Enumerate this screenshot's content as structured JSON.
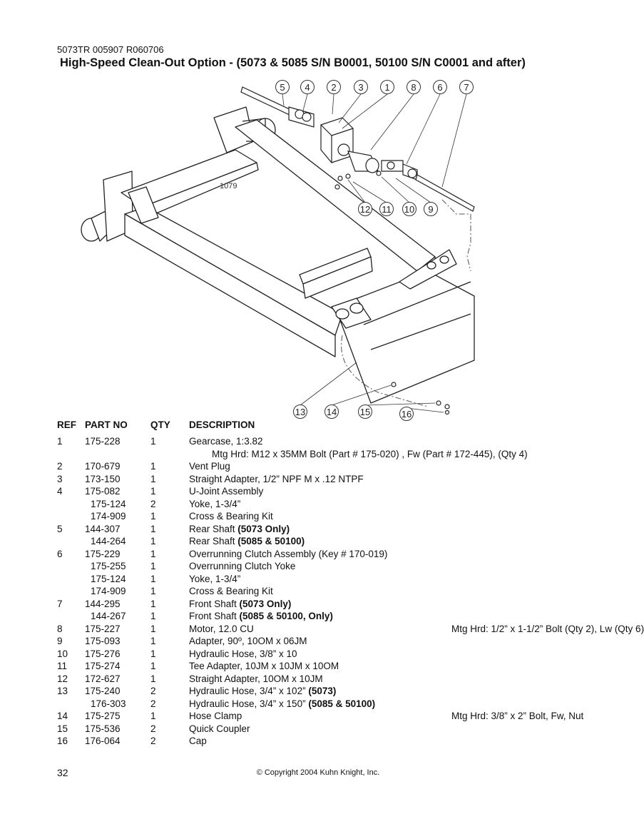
{
  "header": {
    "doc_code": "5073TR 005907 R060706",
    "title": "High-Speed Clean-Out Option - (5073 & 5085 S/N B0001, 50100 S/N C0001 and after)"
  },
  "diagram": {
    "frame_label": "1079",
    "callouts": [
      "5",
      "4",
      "2",
      "3",
      "1",
      "8",
      "6",
      "7",
      "12",
      "11",
      "10",
      "9",
      "13",
      "14",
      "15",
      "16"
    ]
  },
  "table": {
    "headers": {
      "ref": "REF",
      "part": "PART NO",
      "qty": "QTY",
      "desc": "DESCRIPTION"
    },
    "rows": [
      {
        "ref": "1",
        "part": "175-228",
        "qty": "1",
        "desc": "Gearcase, 1:3.82"
      },
      {
        "ref": "",
        "part": "",
        "qty": "",
        "desc": "Mtg Hrd: M12 x 35MM Bolt (Part # 175-020) , Fw (Part # 172-445), (Qty 4)"
      },
      {
        "ref": "2",
        "part": "170-679",
        "qty": "1",
        "desc": "Vent Plug"
      },
      {
        "ref": "3",
        "part": "173-150",
        "qty": "1",
        "desc": "Straight Adapter, 1/2” NPF M x .12 NTPF"
      },
      {
        "ref": "4",
        "part": "175-082",
        "qty": "1",
        "desc": "U-Joint Assembly"
      },
      {
        "ref": "",
        "part": "175-124",
        "qty": "2",
        "desc": "Yoke, 1-3/4”"
      },
      {
        "ref": "",
        "part": "174-909",
        "qty": "1",
        "desc": "Cross & Bearing Kit"
      },
      {
        "ref": "5",
        "part": "144-307",
        "qty": "1",
        "desc": "Rear Shaft ",
        "bold": "(5073 Only)"
      },
      {
        "ref": "",
        "part": "144-264",
        "qty": "1",
        "desc": "Rear Shaft ",
        "bold": "(5085 & 50100)"
      },
      {
        "ref": "6",
        "part": "175-229",
        "qty": "1",
        "desc": "Overrunning Clutch Assembly (Key # 170-019)"
      },
      {
        "ref": "",
        "part": "175-255",
        "qty": "1",
        "desc": "Overrunning Clutch Yoke"
      },
      {
        "ref": "",
        "part": "175-124",
        "qty": "1",
        "desc": "Yoke, 1-3/4”"
      },
      {
        "ref": "",
        "part": "174-909",
        "qty": "1",
        "desc": "Cross & Bearing Kit"
      },
      {
        "ref": "7",
        "part": "144-295",
        "qty": "1",
        "desc": "Front Shaft ",
        "bold": "(5073 Only)"
      },
      {
        "ref": "",
        "part": "144-267",
        "qty": "1",
        "desc": "Front Shaft ",
        "bold": "(5085 & 50100, Only)"
      },
      {
        "ref": "8",
        "part": "175-227",
        "qty": "1",
        "desc": "Motor, 12.0 CU",
        "mtg": "Mtg Hrd: 1/2” x 1-1/2” Bolt (Qty 2), Lw (Qty 6)"
      },
      {
        "ref": "9",
        "part": "175-093",
        "qty": "1",
        "desc": "Adapter, 90º, 10OM x 06JM"
      },
      {
        "ref": "10",
        "part": "175-276",
        "qty": "1",
        "desc": "Hydraulic Hose, 3/8” x 10"
      },
      {
        "ref": "11",
        "part": "175-274",
        "qty": "1",
        "desc": "Tee Adapter, 10JM x 10JM x 10OM"
      },
      {
        "ref": "12",
        "part": "172-627",
        "qty": "1",
        "desc": "Straight Adapter, 10OM x 10JM"
      },
      {
        "ref": "13",
        "part": "175-240",
        "qty": "2",
        "desc": "Hydraulic Hose, 3/4” x 102” ",
        "bold": "(5073)"
      },
      {
        "ref": "",
        "part": "176-303",
        "qty": "2",
        "desc": "Hydraulic Hose, 3/4” x 150” ",
        "bold": "(5085 & 50100)"
      },
      {
        "ref": "14",
        "part": "175-275",
        "qty": "1",
        "desc": "Hose Clamp",
        "mtg": "Mtg Hrd: 3/8” x 2” Bolt, Fw, Nut"
      },
      {
        "ref": "15",
        "part": "175-536",
        "qty": "2",
        "desc": "Quick Coupler"
      },
      {
        "ref": "16",
        "part": "176-064",
        "qty": "2",
        "desc": "Cap"
      }
    ]
  },
  "footer": {
    "page_number": "32",
    "copyright": "© Copyright 2004 Kuhn Knight, Inc."
  }
}
